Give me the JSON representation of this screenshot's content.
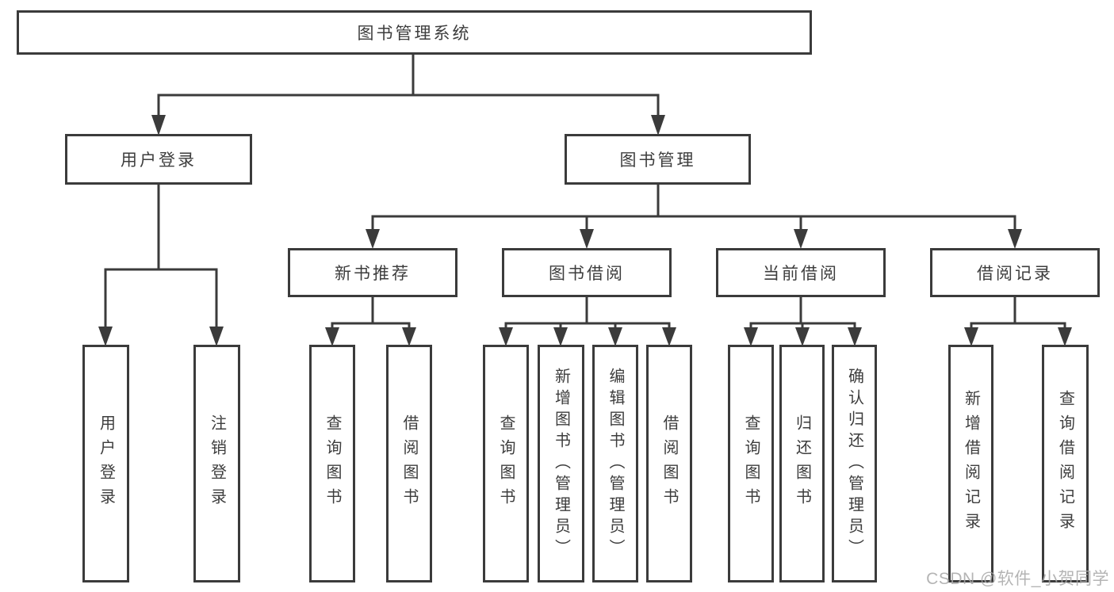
{
  "nodes": {
    "root": "图书管理系统",
    "user_login": "用户登录",
    "book_mgmt": "图书管理",
    "new_book_rec": "新书推荐",
    "book_borrow": "图书借阅",
    "current_borrow": "当前借阅",
    "borrow_records": "借阅记录"
  },
  "leaves": {
    "user": [
      "用户登录",
      "注销登录"
    ],
    "new_book_rec": [
      "查询图书",
      "借阅图书"
    ],
    "book_borrow": [
      "查询图书",
      "新增图书（管理员）",
      "编辑图书（管理员）",
      "借阅图书"
    ],
    "current_borrow": [
      "查询图书",
      "归还图书",
      "确认归还（管理员）"
    ],
    "borrow_records": [
      "新增借阅记录",
      "查询借阅记录"
    ]
  },
  "watermark": {
    "text": "CSDN @软件_小贺同学",
    "color": "#a8a8a8"
  },
  "colors": {
    "line": "#3b3b3b",
    "box_border": "#3b3b3b",
    "text": "#3d3d3d",
    "background": "#ffffff"
  }
}
